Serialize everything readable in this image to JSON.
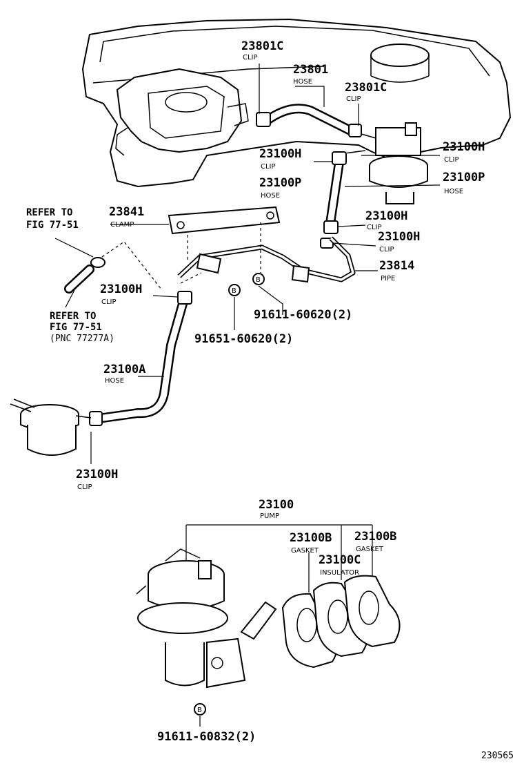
{
  "labels": {
    "clip_23801c_top": {
      "part": "23801C",
      "name": "CLIP"
    },
    "hose_23801": {
      "part": "23801",
      "name": "HOSE"
    },
    "clip_23801c_right": {
      "part": "23801C",
      "name": "CLIP"
    },
    "clip_23100h_a": {
      "part": "23100H",
      "name": "CLIP"
    },
    "clip_23100h_b": {
      "part": "23100H",
      "name": "CLIP"
    },
    "hose_23100p_left": {
      "part": "23100P",
      "name": "HOSE"
    },
    "hose_23100p_right": {
      "part": "23100P",
      "name": "HOSE"
    },
    "clamp_23841": {
      "part": "23841",
      "name": "CLAMP"
    },
    "clip_23100h_c": {
      "part": "23100H",
      "name": "CLIP"
    },
    "clip_23100h_d": {
      "part": "23100H",
      "name": "CLIP"
    },
    "pipe_23814": {
      "part": "23814",
      "name": "PIPE"
    },
    "clip_23100h_e": {
      "part": "23100H",
      "name": "CLIP"
    },
    "hose_23100a": {
      "part": "23100A",
      "name": "HOSE"
    },
    "clip_23100h_f": {
      "part": "23100H",
      "name": "CLIP"
    },
    "pump_23100": {
      "part": "23100",
      "name": "PUMP"
    },
    "gasket_23100b_left": {
      "part": "23100B",
      "name": "GASKET"
    },
    "gasket_23100b_right": {
      "part": "23100B",
      "name": "GASKET"
    },
    "insulator_23100c": {
      "part": "23100C",
      "name": "INSULATOR"
    }
  },
  "bolts": {
    "b1": "91611-60620(2)",
    "b2": "91651-60620(2)",
    "b3": "91611-60832(2)",
    "marker": "B"
  },
  "refers": {
    "ref_top": {
      "line1": "REFER TO",
      "line2": "FIG 77-51"
    },
    "ref_bottom": {
      "line1": "REFER TO",
      "line2": "FIG 77-51",
      "line3": "(PNC 77277A)"
    }
  },
  "figure_id": "230565"
}
